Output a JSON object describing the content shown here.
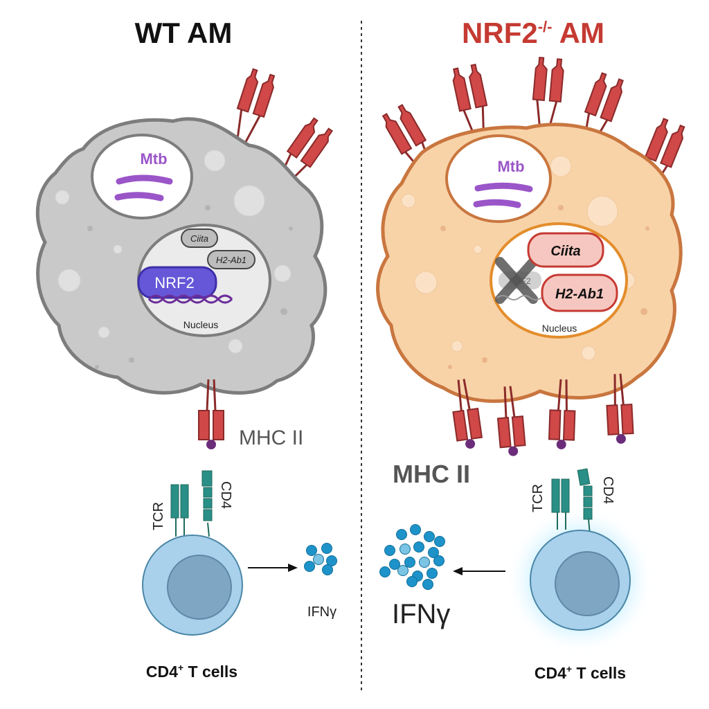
{
  "wt": {
    "title": "WT AM",
    "mtb": "Mtb",
    "ciita": "Ciita",
    "h2ab1": "H2-Ab1",
    "nrf2": "NRF2",
    "nucleus": "Nucleus",
    "mhc": "MHC II",
    "tcr": "TCR",
    "cd4": "CD4",
    "ifng": "IFNγ",
    "tcell_base": "CD4",
    "tcell_sup": "+",
    "tcell_rest": " T cells"
  },
  "ko": {
    "title_base": "NRF2",
    "title_sup": "-/-",
    "title_rest": " AM",
    "mtb": "Mtb",
    "ciita": "Ciita",
    "h2ab1": "H2-Ab1",
    "nrf2": "NRF2",
    "nucleus": "Nucleus",
    "mhc": "MHC II",
    "tcr": "TCR",
    "cd4": "CD4",
    "ifng": "IFNγ",
    "tcell_base": "CD4",
    "tcell_sup": "+",
    "tcell_rest": " T cells"
  },
  "colors": {
    "wt_cell": "#c9c9c9",
    "ko_cell": "#f8d3a8",
    "receptor": "#d04848",
    "nrf2": "#6657d8",
    "mtb": "#9a55c8",
    "tcell": "#a9d1ec",
    "ifng": "#1e93c9",
    "ko_title": "#c53a32"
  }
}
